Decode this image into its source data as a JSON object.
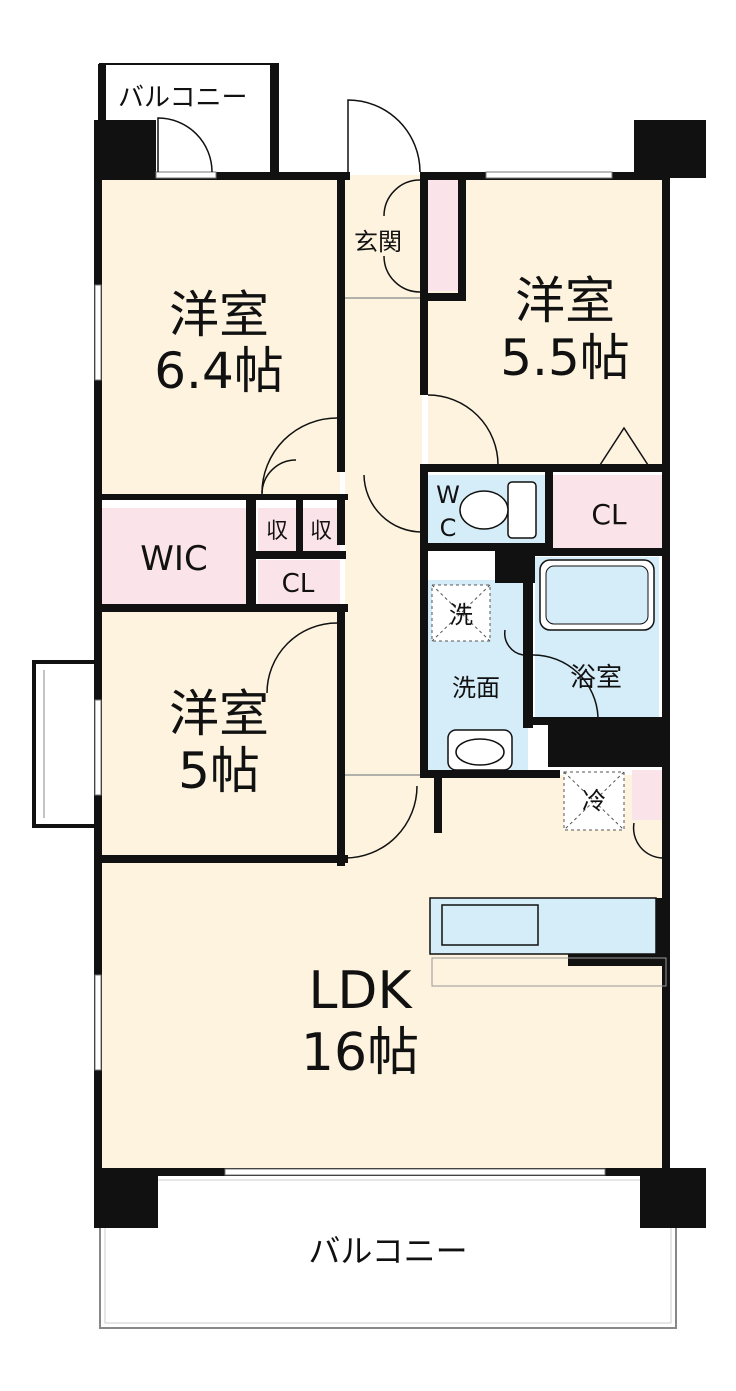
{
  "rooms": {
    "western_1": {
      "name": "洋室",
      "size": "6.4帖"
    },
    "western_2": {
      "name": "洋室",
      "size": "5.5帖"
    },
    "western_3": {
      "name": "洋室",
      "size": "5帖"
    },
    "ldk": {
      "name": "LDK",
      "size": "16帖"
    },
    "wic": {
      "label": "WIC"
    },
    "closet_1": {
      "label": "CL"
    },
    "closet_2": {
      "label": "CL"
    },
    "storage_1": {
      "label": "収"
    },
    "storage_2": {
      "label": "収"
    },
    "entrance": {
      "label": "玄関"
    },
    "toilet": {
      "line1": "W",
      "line2": "C"
    },
    "washroom": {
      "label": "洗面"
    },
    "washer": {
      "label": "洗"
    },
    "bath": {
      "label": "浴室"
    },
    "fridge": {
      "label": "冷"
    }
  },
  "balconies": {
    "top": "バルコニー",
    "bottom": "バルコニー"
  },
  "colors": {
    "wall": "#111111",
    "room_floor": "#fdf3df",
    "storage_floor": "#fbe3ea",
    "wet_floor": "#d5edf8"
  }
}
